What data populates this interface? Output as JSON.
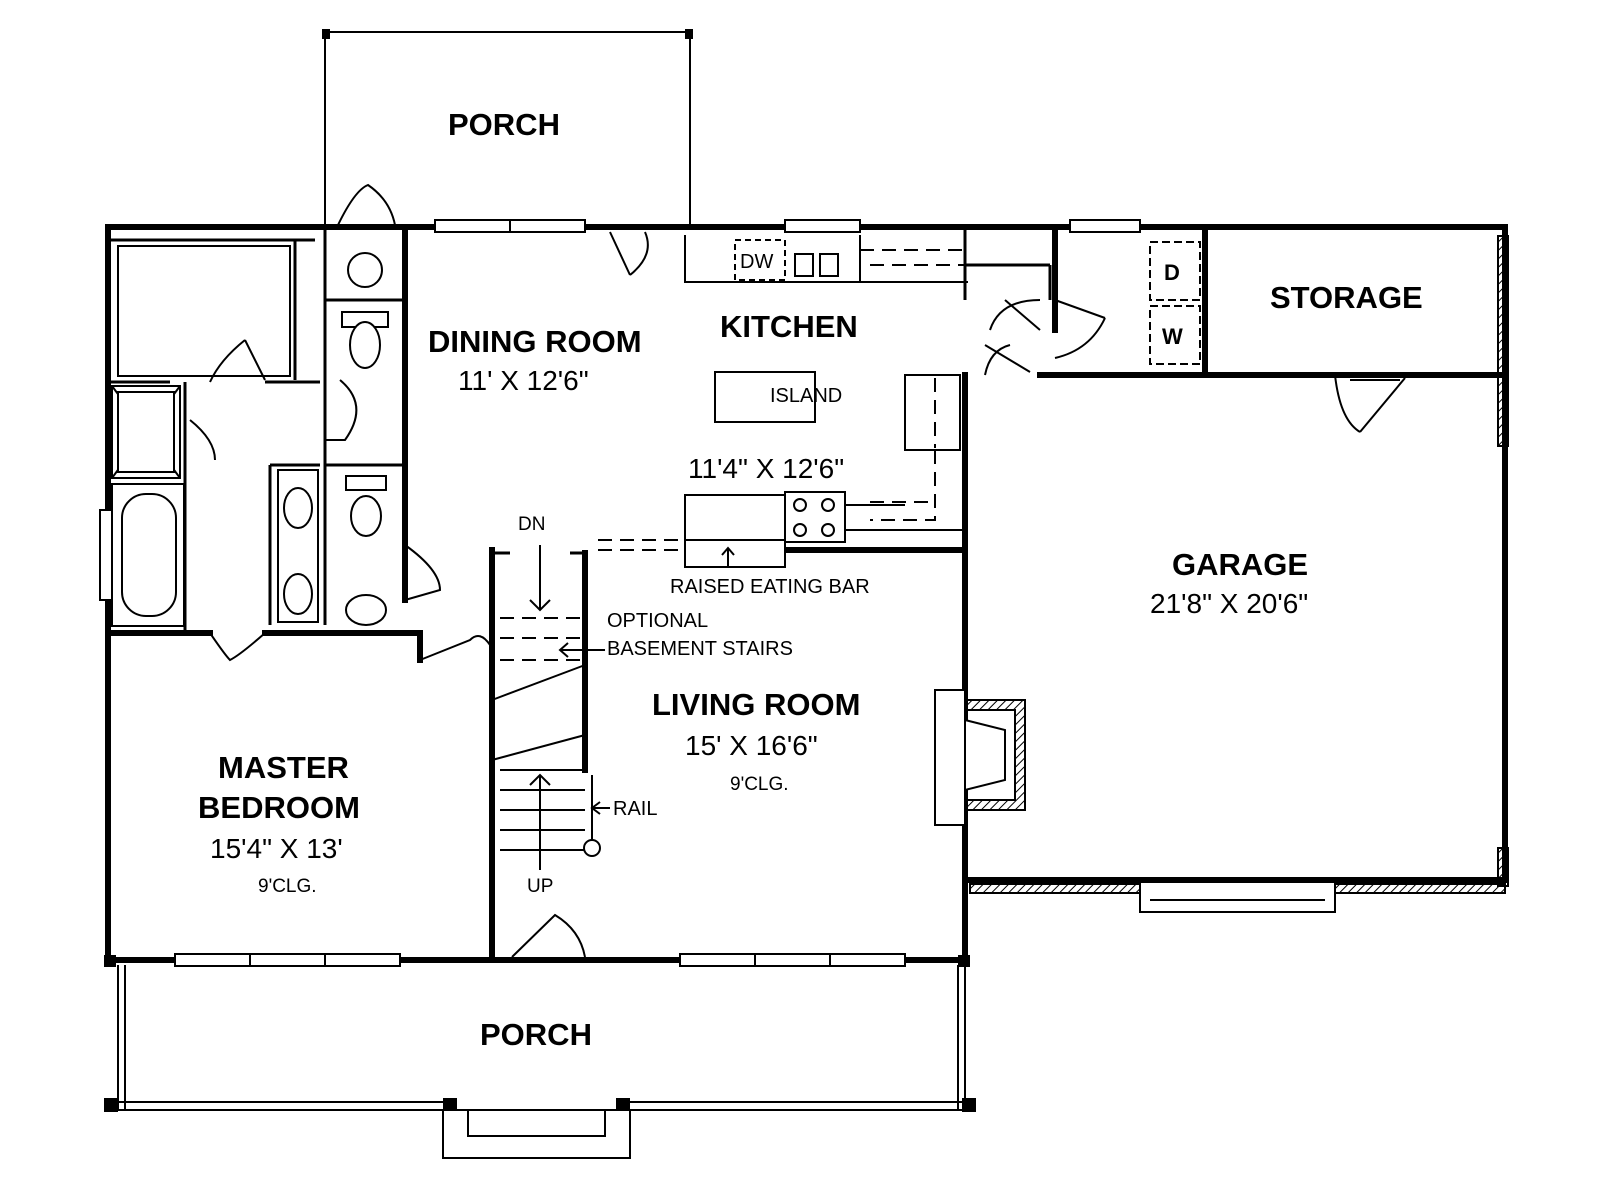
{
  "rooms": {
    "porch_top": {
      "name": "PORCH"
    },
    "dining": {
      "name": "DINING ROOM",
      "size": "11' X 12'6\""
    },
    "kitchen": {
      "name": "KITCHEN",
      "size": "11'4\" X 12'6\""
    },
    "storage": {
      "name": "STORAGE"
    },
    "garage": {
      "name": "GARAGE",
      "size": "21'8\" X 20'6\""
    },
    "living": {
      "name": "LIVING ROOM",
      "size": "15' X 16'6\"",
      "ceiling": "9'CLG."
    },
    "master": {
      "name_line1": "MASTER",
      "name_line2": "BEDROOM",
      "size": "15'4\" X 13'",
      "ceiling": "9'CLG."
    },
    "porch_bottom": {
      "name": "PORCH"
    }
  },
  "labels": {
    "dishwasher": "DW",
    "island": "ISLAND",
    "dryer": "D",
    "washer": "W",
    "eating_bar": "RAISED EATING BAR",
    "basement_line1": "OPTIONAL",
    "basement_line2": "BASEMENT STAIRS",
    "rail": "RAIL",
    "stairs_down": "DN",
    "stairs_up": "UP"
  }
}
